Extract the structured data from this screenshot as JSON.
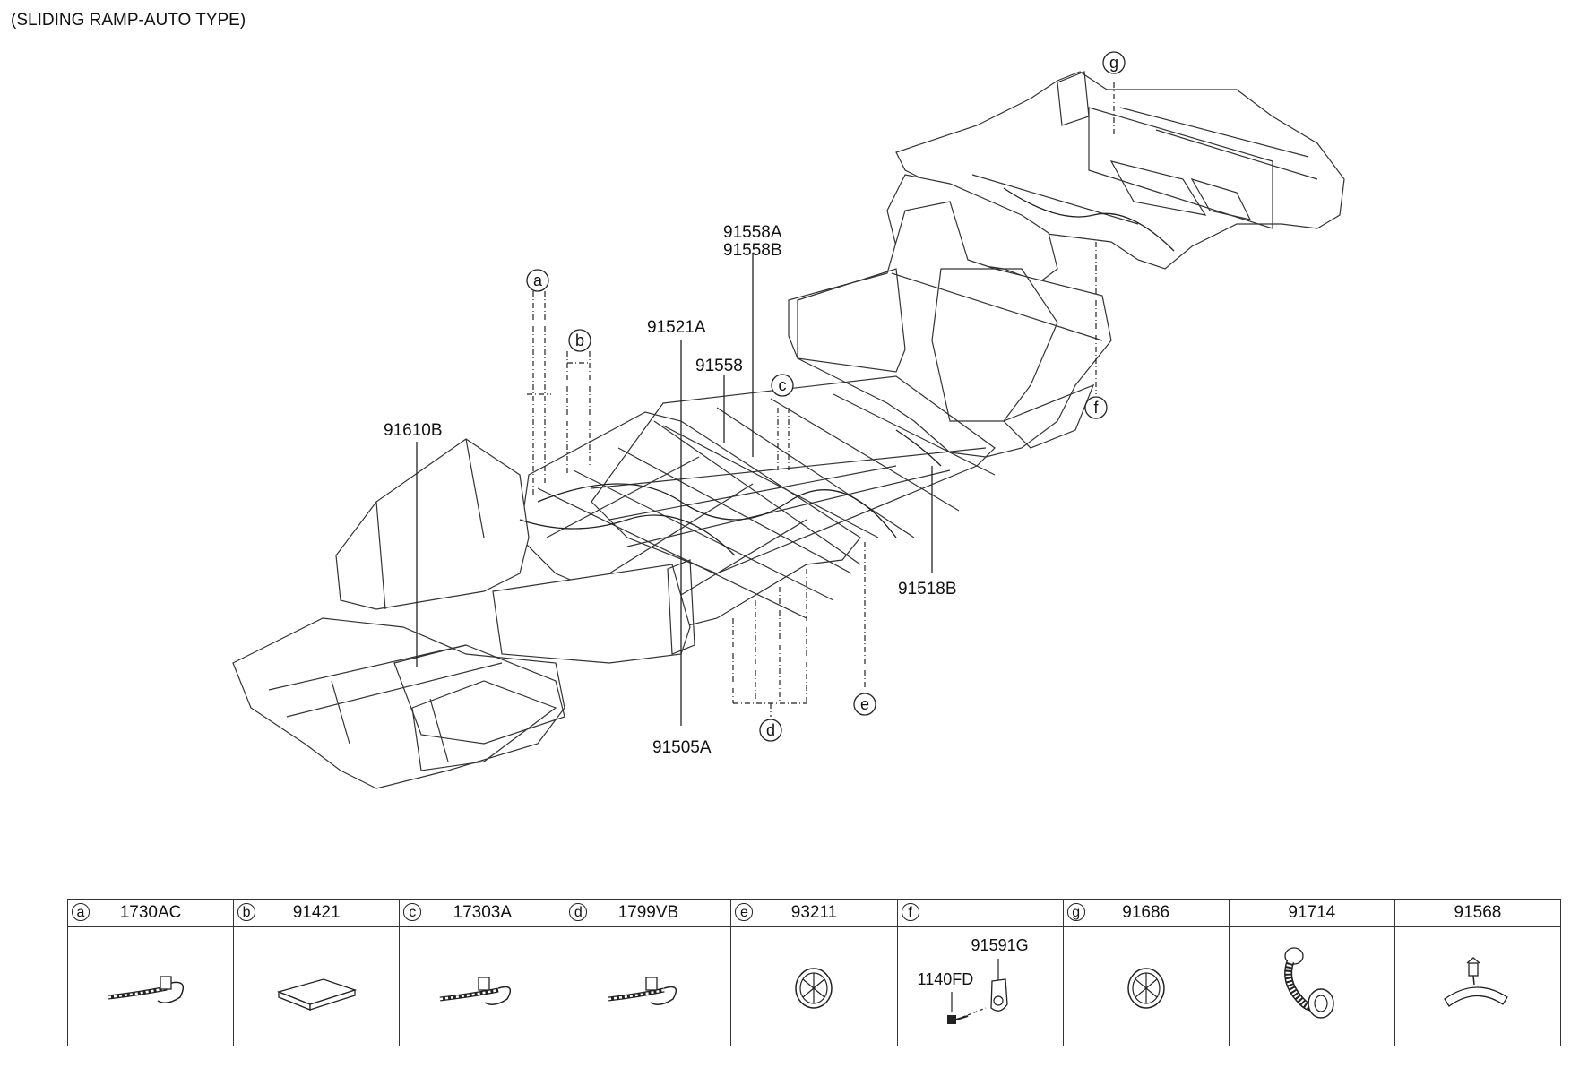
{
  "title": "(SLIDING RAMP-AUTO TYPE)",
  "callouts": {
    "a": "a",
    "b": "b",
    "c": "c",
    "d": "d",
    "e": "e",
    "f": "f",
    "g": "g"
  },
  "part_labels": {
    "p91558A": "91558A",
    "p91558B": "91558B",
    "p91521A": "91521A",
    "p91558": "91558",
    "p91610B": "91610B",
    "p91518B": "91518B",
    "p91505A": "91505A"
  },
  "legend": [
    {
      "key": "a",
      "part": "1730AC",
      "icon": "cable-tie-icon"
    },
    {
      "key": "b",
      "part": "91421",
      "icon": "pad-icon"
    },
    {
      "key": "c",
      "part": "17303A",
      "icon": "cable-tie-icon"
    },
    {
      "key": "d",
      "part": "1799VB",
      "icon": "cable-tie-icon"
    },
    {
      "key": "e",
      "part": "93211",
      "icon": "grommet-icon"
    },
    {
      "key": "f",
      "part": "",
      "icon": "bracket-bolt-icon",
      "sub": [
        "91591G",
        "1140FD"
      ]
    },
    {
      "key": "g",
      "part": "91686",
      "icon": "grommet-icon"
    },
    {
      "key": "",
      "part": "91714",
      "icon": "hose-grommet-icon"
    },
    {
      "key": "",
      "part": "91568",
      "icon": "clip-icon"
    }
  ]
}
